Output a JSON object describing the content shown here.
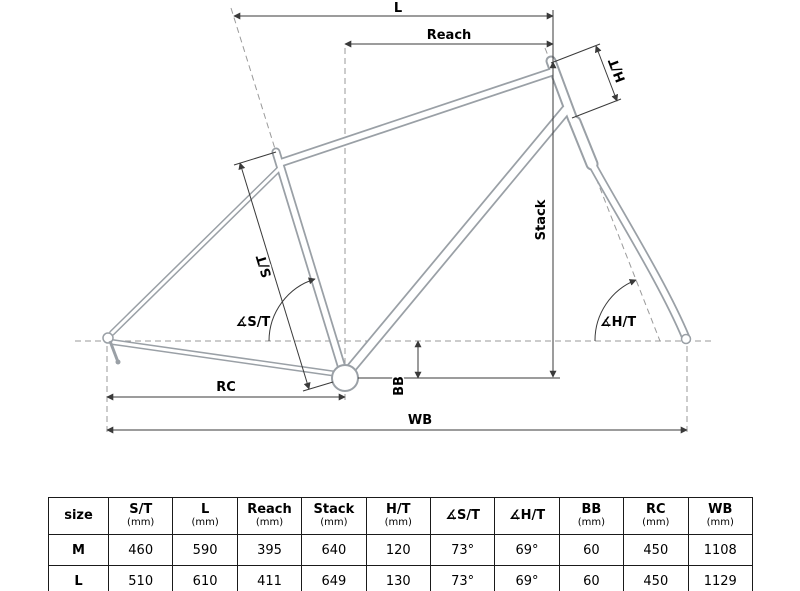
{
  "diagram": {
    "labels": {
      "l": "L",
      "reach": "Reach",
      "ht": "H/T",
      "stack": "Stack",
      "st": "S/T",
      "angle_st": "∡S/T",
      "angle_ht": "∡H/T",
      "bb": "BB",
      "rc": "RC",
      "wb": "WB"
    },
    "colors": {
      "frame_outline": "#9aa0a6",
      "dimension_line": "#3a3a3a",
      "centerline": "#9a9a9a",
      "label_text": "#000000",
      "table_border": "#1a1a1a"
    }
  },
  "table": {
    "headers": [
      {
        "main": "size",
        "sub": ""
      },
      {
        "main": "S/T",
        "sub": "(mm)"
      },
      {
        "main": "L",
        "sub": "(mm)"
      },
      {
        "main": "Reach",
        "sub": "(mm)"
      },
      {
        "main": "Stack",
        "sub": "(mm)"
      },
      {
        "main": "H/T",
        "sub": "(mm)"
      },
      {
        "main": "∡S/T",
        "sub": ""
      },
      {
        "main": "∡H/T",
        "sub": ""
      },
      {
        "main": "BB",
        "sub": "(mm)"
      },
      {
        "main": "RC",
        "sub": "(mm)"
      },
      {
        "main": "WB",
        "sub": "(mm)"
      }
    ],
    "rows": [
      [
        "M",
        "460",
        "590",
        "395",
        "640",
        "120",
        "73°",
        "69°",
        "60",
        "450",
        "1108"
      ],
      [
        "L",
        "510",
        "610",
        "411",
        "649",
        "130",
        "73°",
        "69°",
        "60",
        "450",
        "1129"
      ]
    ]
  }
}
